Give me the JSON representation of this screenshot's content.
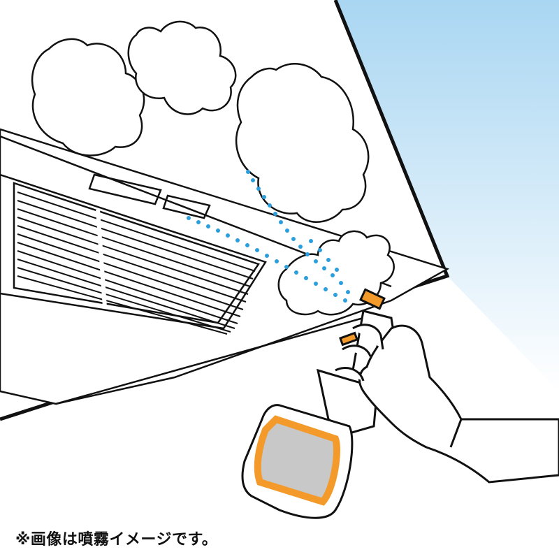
{
  "caption": "※画像は噴霧イメージです。",
  "colors": {
    "sky_top": "#a9d6f2",
    "sky_bottom": "#ffffff",
    "outline": "#111111",
    "spray_dots": "#2a9fe0",
    "bottle_label_border": "#f39a2b",
    "bottle_label_fill": "#c8c8c8",
    "nozzle": "#f39a2b"
  },
  "icons": [
    "air-conditioner-illustration",
    "spray-bottle-illustration",
    "gloved-hand-illustration",
    "foam-cloud-illustration"
  ]
}
